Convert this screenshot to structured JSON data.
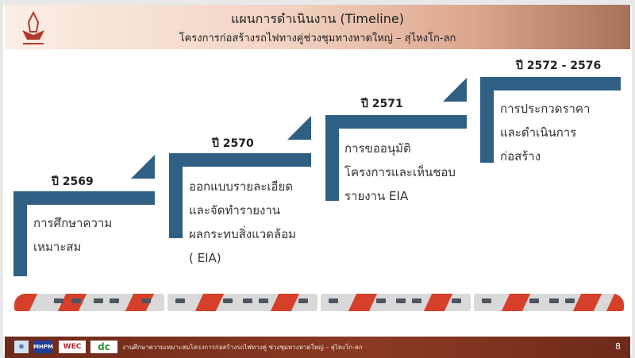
{
  "header": {
    "title": "แผนการดำเนินงาน (Timeline)",
    "subtitle": "โครงการก่อสร้างรถไฟทางคู่ช่วงชุมทางหาดใหญ่ – สุไหงโก-ลก"
  },
  "steps": [
    {
      "year": "ปี 2569",
      "lines": [
        "การศึกษาความ",
        "เหมาะสม"
      ]
    },
    {
      "year": "ปี 2570",
      "lines": [
        "ออกแบบรายละเอียด",
        "และจัดทำรายงาน",
        "ผลกระทบสิ่งแวดล้อม",
        "( EIA)"
      ]
    },
    {
      "year": "ปี 2571",
      "lines": [
        "การขออนุมัติ",
        "โครงการและเห็นชอบ",
        "รายงาน EIA"
      ]
    },
    {
      "year": "ปี 2572 - 2576",
      "lines": [
        "การประกวดราคา",
        "และดำเนินการ",
        "ก่อสร้าง"
      ]
    }
  ],
  "footer": {
    "logos": [
      "MHPM",
      "WEC",
      "dc"
    ],
    "text": "งานศึกษาความเหมาะสมโครงการก่อสร้างรถไฟทางคู่  ช่วงชุมทางหาดใหญ่ – สุไหงโก-ลก",
    "page": "8"
  },
  "colors": {
    "accent": "#2f5f82",
    "train_red": "#d6402a"
  }
}
